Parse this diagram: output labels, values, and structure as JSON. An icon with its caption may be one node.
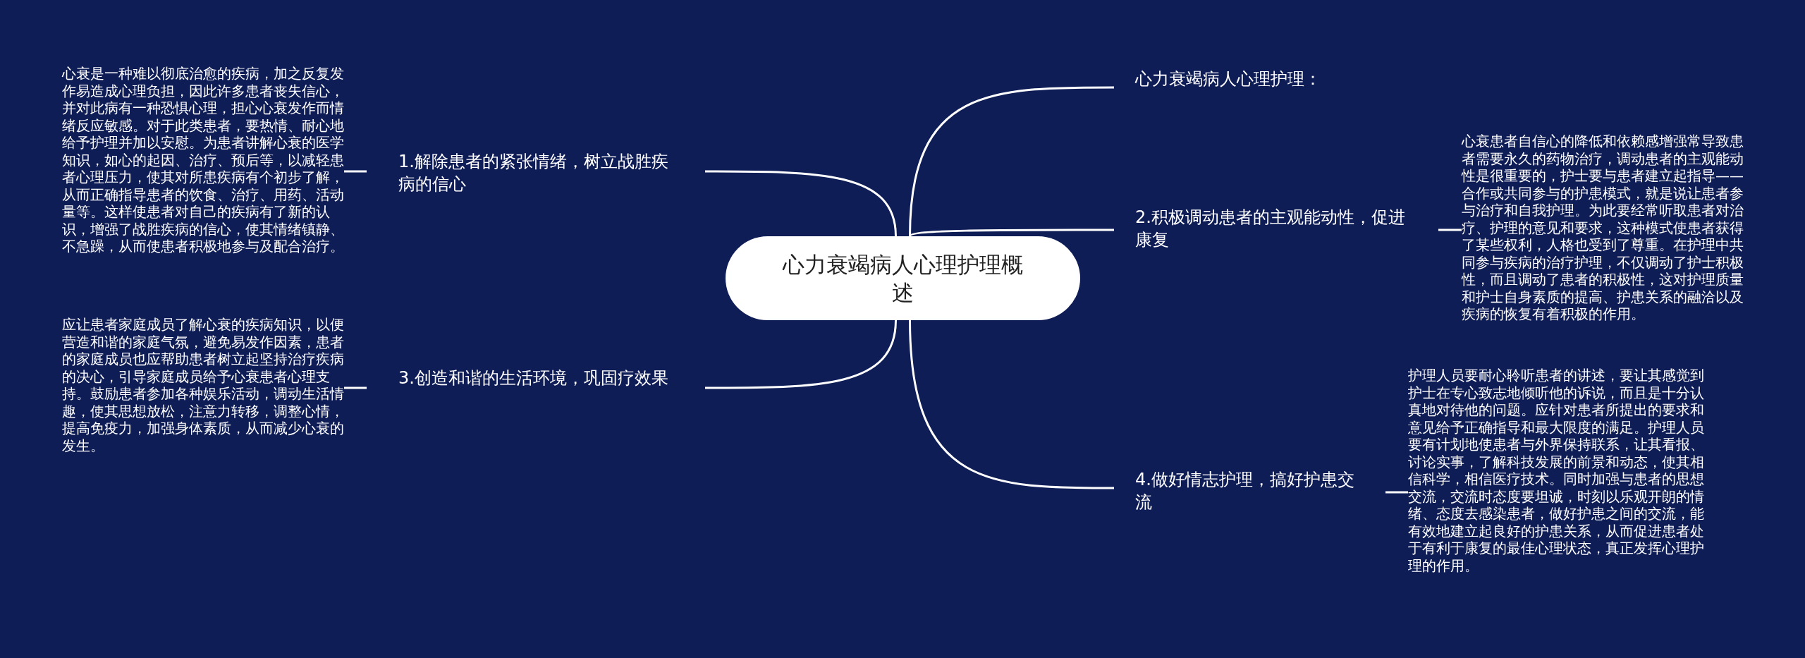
{
  "diagram": {
    "nodes": [
      {
        "text": [
          "心力衰竭病人心理护理概述"
        ]
      },
      {
        "text": [
          "心力衰竭病人心理护理："
        ]
      },
      {
        "text": [
          "1.解除患者的紧张情绪，树立战胜疾病的信心"
        ]
      },
      {
        "text": [
          "心衰是一种难以彻底治愈的疾病，加之反复发作易造成心理负担，因此许多患者丧失信心，并对此病有一种恐惧心理，担心心衰发作而情绪反应敏感。对于此类患者，要热情、耐心地给予护理并加以安慰。为患者讲解心衰的医学知识，如心的起因、治疗、预后等，以减轻患者心理压力，使其对所患疾病有个初步了解，从而正确指导患者的饮食、治疗、用药、活动量等。这样使患者对自己的疾病有了新的认识，增强了战胜疾病的信心，使其情绪镇静、不急躁，从而使患者积极地参与及配合治疗。"
        ]
      },
      {
        "text": [
          "2.积极调动患者的主观能动性，促进康复"
        ]
      },
      {
        "text": [
          "心衰患者自信心的降低和依赖感增强常导致患者需要永久的药物治疗，调动患者的主观能动性是很重要的，护士要与患者建立起指导——合作或共同参与的护患模式，就是说让患者参与治疗和自我护理。为此要经常听取患者对治疗、护理的意见和要求，这种模式使患者获得了某些权利，人格也受到了尊重。在护理中共同参与疾病的治疗护理，不仅调动了护士积极性，而且调动了患者的积极性，这对护理质量和护士自身素质的提高、护患关系的融洽以及疾病的恢复有着积极的作用。"
        ]
      },
      {
        "text": [
          "3.创造和谐的生活环境，巩固疗效果"
        ]
      },
      {
        "text": [
          "应让患者家庭成员了解心衰的疾病知识，以便营造和谐的家庭气氛，避免易发作因素，患者的家庭成员也应帮助患者树立起坚持治疗疾病的决心，引导家庭成员给予心衰患者心理支持。鼓励患者参加各种娱乐活动，调动生活情趣，使其思想放松，注意力转移，调整心情，提高免疫力，加强身体素质，从而减少心衰的发生。"
        ]
      },
      {
        "text": [
          "4.做好情志护理，搞好护患交流"
        ]
      },
      {
        "text": [
          "护理人员要耐心聆听患者的讲述，要让其感觉到护士在专心致志地倾听他的诉说，而且是十分认真地对待他的问题。应针对患者所提出的要求和意见给予正确指导和最大限度的满足。护理人员要有计划地使患者与外界保持联系，让其看报、讨论实事，了解科技发展的前景和动态，使其相信科学，相信医疗技术。同时加强与患者的思想交流，交流时态度要坦诚，时刻以乐观开朗的情绪、态度去感染患者，做好护患之间的交流，能有效地建立起良好的护患关系，从而促进患者处于有利于康复的最佳心理状态，真正发挥心理护理的作用。"
        ]
      }
    ],
    "edges": [
      {
        "from": 0,
        "to": 1,
        "arrow": "none"
      },
      {
        "from": 0,
        "to": 2,
        "arrow": "none"
      },
      {
        "from": 2,
        "to": 3,
        "arrow": "none"
      },
      {
        "from": 0,
        "to": 4,
        "arrow": "none"
      },
      {
        "from": 4,
        "to": 5,
        "arrow": "none"
      },
      {
        "from": 0,
        "to": 6,
        "arrow": "none"
      },
      {
        "from": 6,
        "to": 7,
        "arrow": "none"
      },
      {
        "from": 0,
        "to": 8,
        "arrow": "none"
      },
      {
        "from": 8,
        "to": 9,
        "arrow": "none"
      }
    ]
  }
}
